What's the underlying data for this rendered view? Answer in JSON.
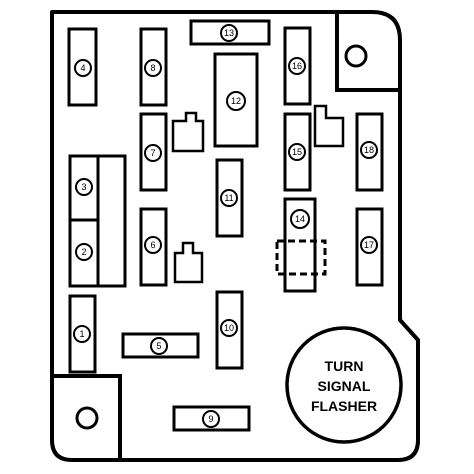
{
  "colors": {
    "line": "#000000",
    "background": "#ffffff"
  },
  "fuses": [
    {
      "id": "fuse-1",
      "label": "1"
    },
    {
      "id": "fuse-2",
      "label": "2"
    },
    {
      "id": "fuse-3",
      "label": "3"
    },
    {
      "id": "fuse-4",
      "label": "4"
    },
    {
      "id": "fuse-5",
      "label": "5"
    },
    {
      "id": "fuse-6",
      "label": "6"
    },
    {
      "id": "fuse-7",
      "label": "7"
    },
    {
      "id": "fuse-8",
      "label": "8"
    },
    {
      "id": "fuse-9",
      "label": "9"
    },
    {
      "id": "fuse-10",
      "label": "10"
    },
    {
      "id": "fuse-11",
      "label": "11"
    },
    {
      "id": "fuse-12",
      "label": "12"
    },
    {
      "id": "fuse-13",
      "label": "13"
    },
    {
      "id": "fuse-14",
      "label": "14"
    },
    {
      "id": "fuse-15",
      "label": "15"
    },
    {
      "id": "fuse-16",
      "label": "16"
    },
    {
      "id": "fuse-17",
      "label": "17"
    },
    {
      "id": "fuse-18",
      "label": "18"
    }
  ],
  "flasher": {
    "line1": "TURN",
    "line2": "SIGNAL",
    "line3": "FLASHER"
  }
}
